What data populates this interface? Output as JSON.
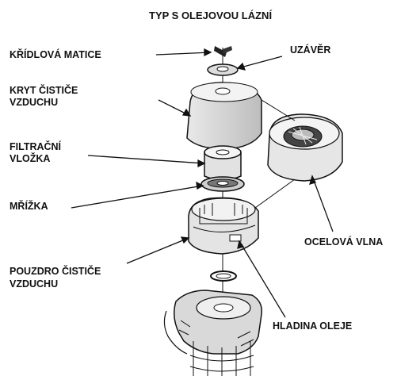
{
  "title": "TYP S OLEJOVOU LÁZNÍ",
  "labels": {
    "wing_nut": "KŘÍDLOVÁ MATICE",
    "cap": "UZÁVĚR",
    "cover_line1": "KRYT ČISTIČE",
    "cover_line2": "VZDUCHU",
    "filter_line1": "FILTRAČNÍ",
    "filter_line2": "VLOŽKA",
    "screen": "MŘÍŽKA",
    "steel_wool": "OCELOVÁ VLNA",
    "housing_line1": "POUZDRO ČISTIČE",
    "housing_line2": "VZDUCHU",
    "oil_level": "HLADINA OLEJE"
  },
  "colors": {
    "ink": "#111111",
    "paper": "#ffffff",
    "shade": "#cfcfcf"
  }
}
